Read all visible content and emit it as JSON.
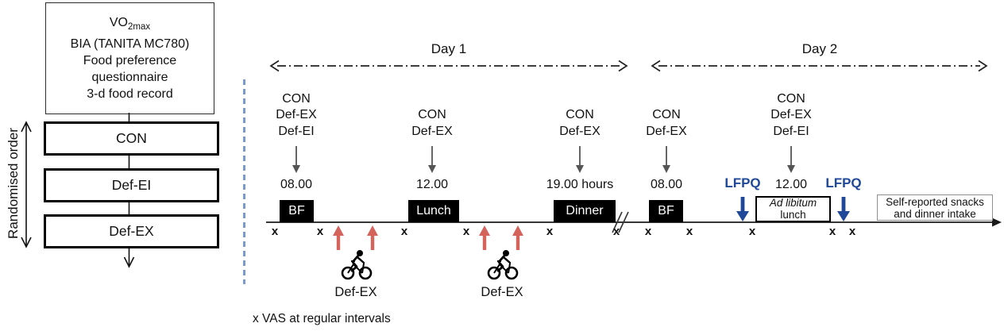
{
  "left_panel": {
    "randomised_order": "Randomised order",
    "baseline_box": {
      "vo2_main": "VO",
      "vo2_sub": "2max",
      "line2": "BIA (TANITA MC780)",
      "line3": "Food preference questionnaire",
      "line4": "3-d food record"
    },
    "conditions": [
      "CON",
      "Def-EI",
      "Def-EX"
    ]
  },
  "timeline": {
    "day1": "Day 1",
    "day2": "Day 2",
    "events": [
      {
        "conditions": [
          "CON",
          "Def-EX",
          "Def-EI"
        ],
        "time": "08.00",
        "meal": "BF"
      },
      {
        "conditions": [
          "CON",
          "Def-EX"
        ],
        "time": "12.00",
        "meal": "Lunch"
      },
      {
        "conditions": [
          "CON",
          "Def-EX"
        ],
        "time": "19.00 hours",
        "meal": "Dinner"
      },
      {
        "conditions": [
          "CON",
          "Def-EX"
        ],
        "time": "08.00",
        "meal": "BF"
      },
      {
        "conditions": [
          "CON",
          "Def-EX",
          "Def-EI"
        ],
        "time": "12.00",
        "meal_italic": "Ad libitum",
        "meal_plain": "lunch"
      }
    ],
    "lfpq": "LFPQ",
    "self_reported": {
      "line1": "Self-reported snacks",
      "line2": "and dinner intake"
    },
    "exercise_label": "Def-EX",
    "vas_mark": "x",
    "legend": "x VAS at regular intervals"
  },
  "colors": {
    "lfpq_blue": "#1f4898",
    "exercise_arrow_red": "#d4635c",
    "separator_blue": "#7b9ace"
  }
}
